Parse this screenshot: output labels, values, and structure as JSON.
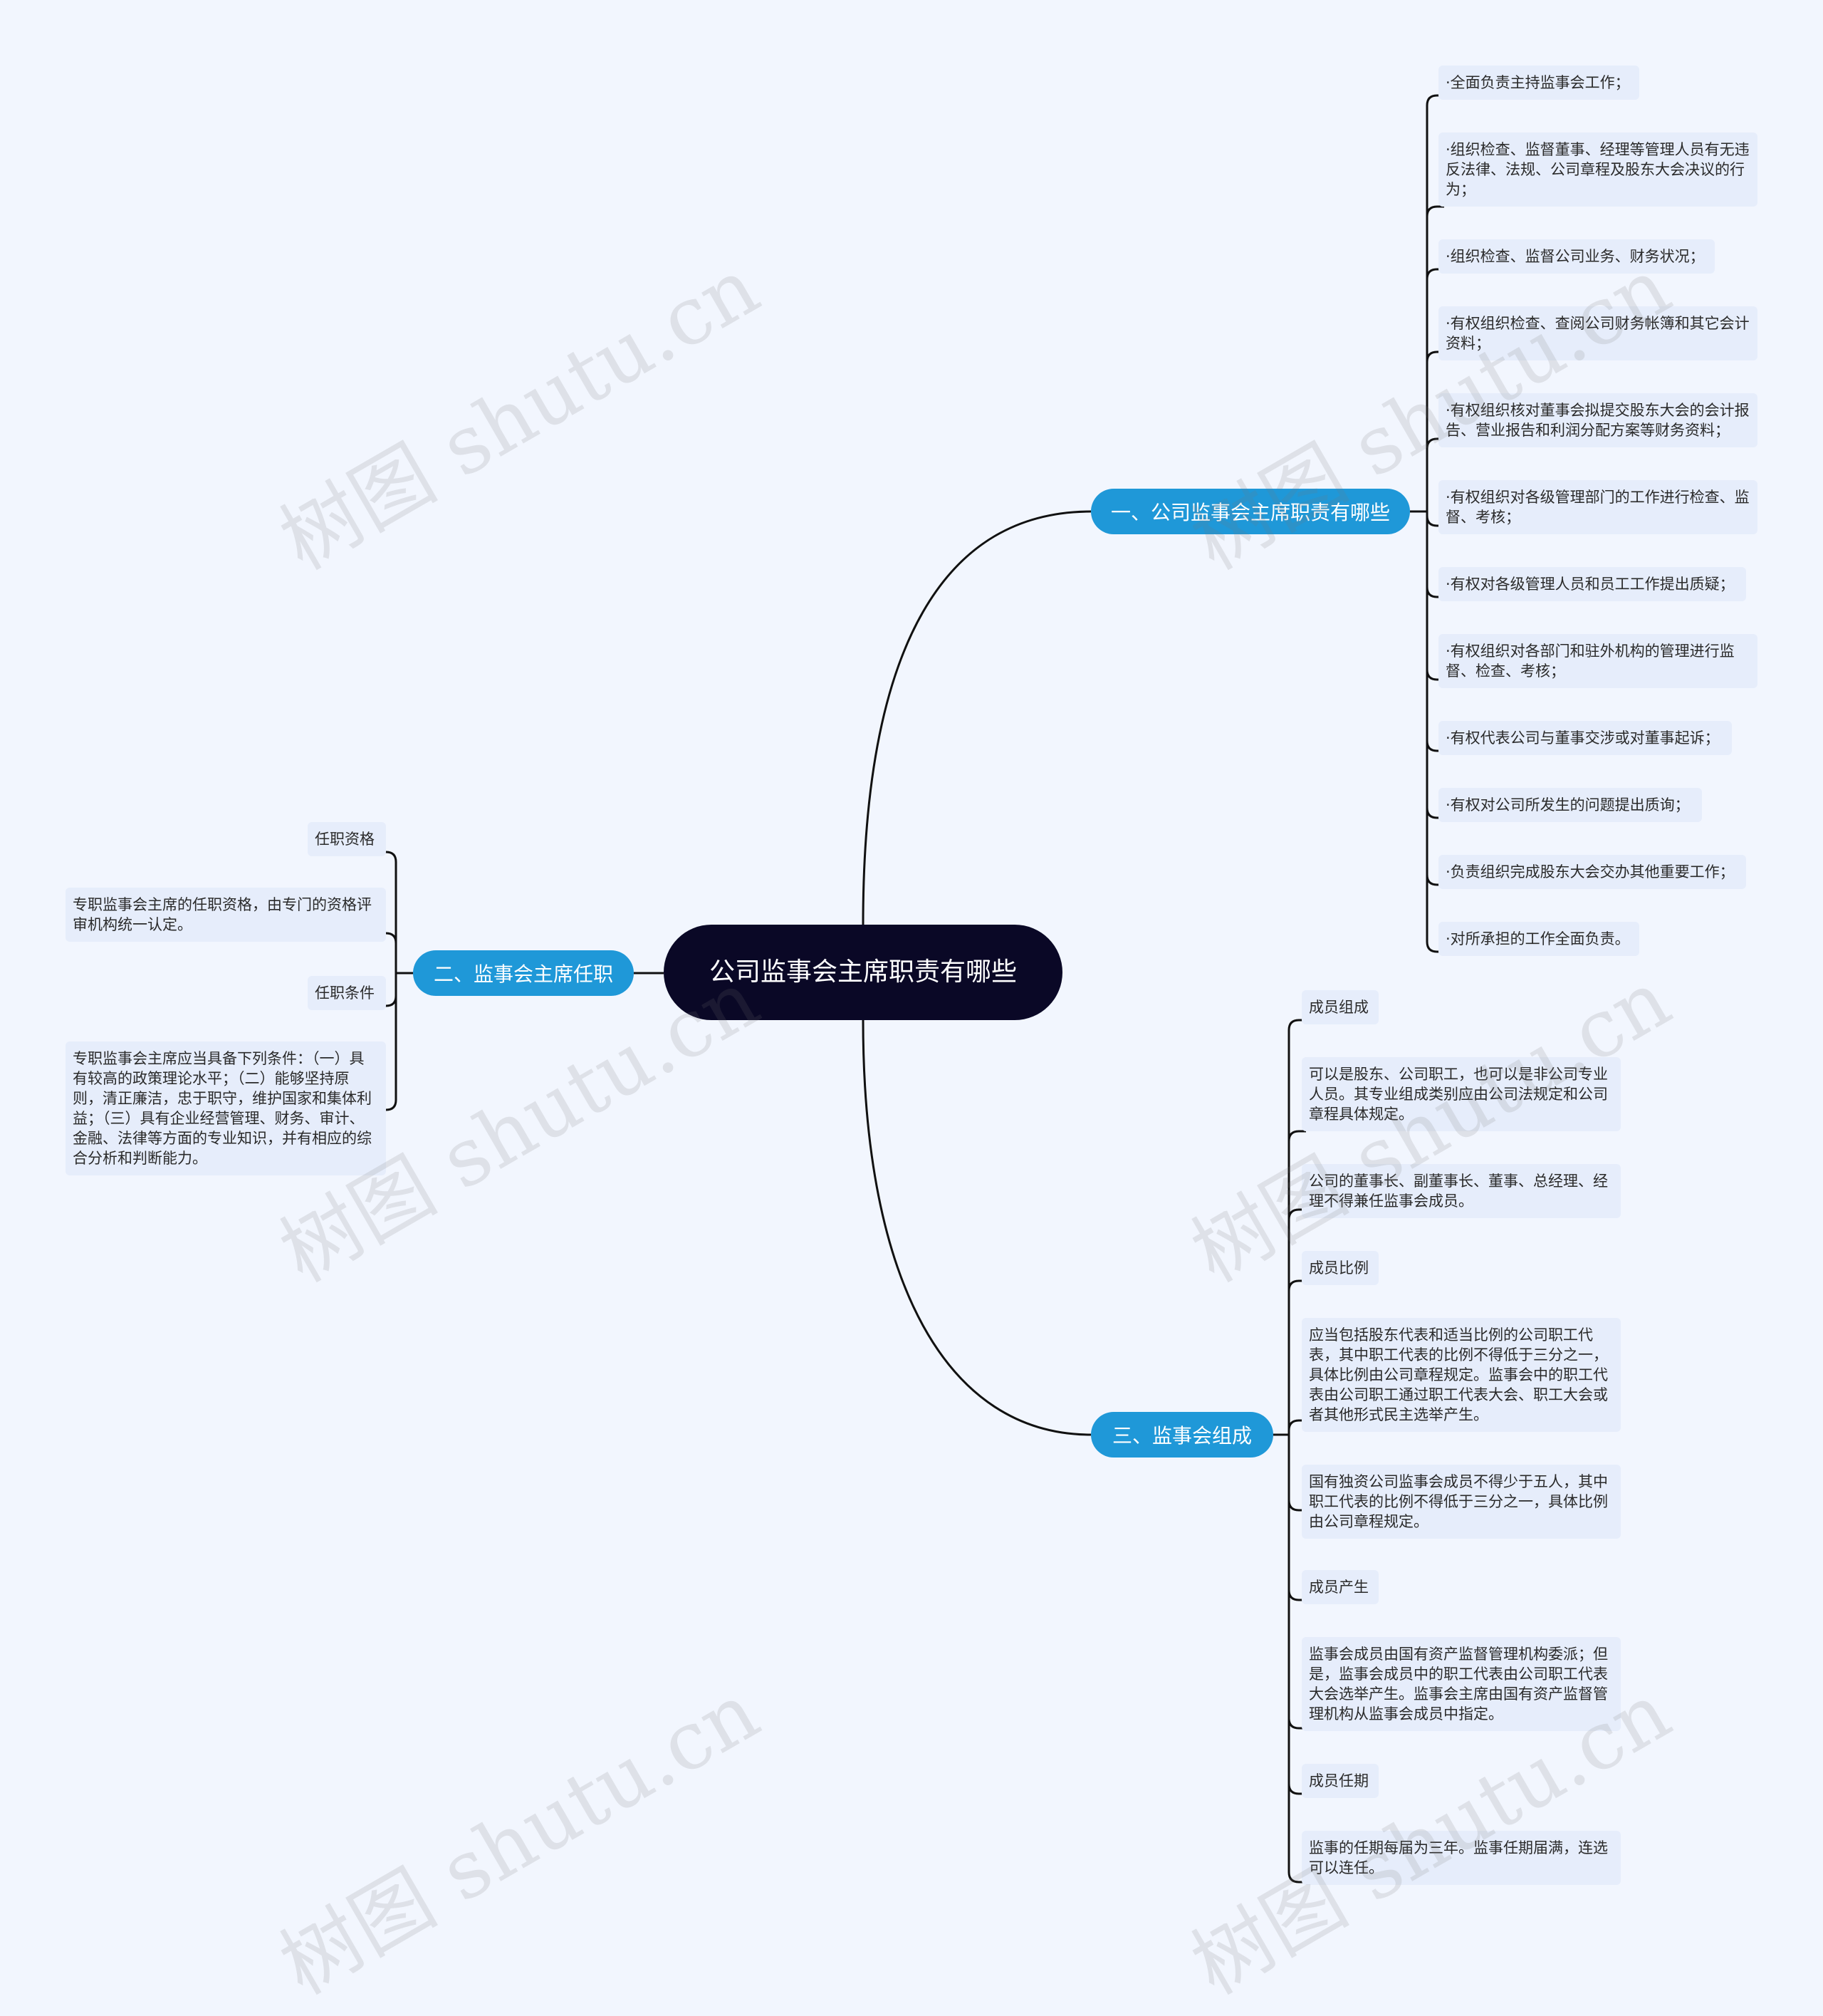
{
  "root": {
    "title": "公司监事会主席职责有哪些"
  },
  "watermark": "树图 shutu.cn",
  "colors": {
    "background": "#f2f6fe",
    "root": "#0a0826",
    "branch": "#1f98d8",
    "leaf": "#e6edfb",
    "line": "#111111"
  },
  "branches": {
    "b1": {
      "label": "一、公司监事会主席职责有哪些",
      "items": [
        "·全面负责主持监事会工作；",
        "·组织检查、监督董事、经理等管理人员有无违反法律、法规、公司章程及股东大会决议的行为；",
        "·组织检查、监督公司业务、财务状况；",
        "·有权组织检查、查阅公司财务帐簿和其它会计资料；",
        "·有权组织核对董事会拟提交股东大会的会计报告、营业报告和利润分配方案等财务资料；",
        "·有权组织对各级管理部门的工作进行检查、监督、考核；",
        "·有权对各级管理人员和员工工作提出质疑；",
        "·有权组织对各部门和驻外机构的管理进行监督、检查、考核；",
        "·有权代表公司与董事交涉或对董事起诉；",
        "·有权对公司所发生的问题提出质询；",
        "·负责组织完成股东大会交办其他重要工作；",
        "·对所承担的工作全面负责。"
      ]
    },
    "b2": {
      "label": "二、监事会主席任职",
      "items": [
        "任职资格",
        "专职监事会主席的任职资格，由专门的资格评审机构统一认定。",
        "任职条件",
        "专职监事会主席应当具备下列条件：（一）具有较高的政策理论水平；（二）能够坚持原则，清正廉洁，忠于职守，维护国家和集体利益；（三）具有企业经营管理、财务、审计、金融、法律等方面的专业知识，并有相应的综合分析和判断能力。"
      ]
    },
    "b3": {
      "label": "三、监事会组成",
      "items": [
        "成员组成",
        "可以是股东、公司职工，也可以是非公司专业人员。其专业组成类别应由公司法规定和公司章程具体规定。",
        "公司的董事长、副董事长、董事、总经理、经理不得兼任监事会成员。",
        "成员比例",
        "应当包括股东代表和适当比例的公司职工代表，其中职工代表的比例不得低于三分之一，具体比例由公司章程规定。监事会中的职工代表由公司职工通过职工代表大会、职工大会或者其他形式民主选举产生。",
        "国有独资公司监事会成员不得少于五人，其中职工代表的比例不得低于三分之一，具体比例由公司章程规定。",
        "成员产生",
        "监事会成员由国有资产监督管理机构委派；但是，监事会成员中的职工代表由公司职工代表大会选举产生。监事会主席由国有资产监督管理机构从监事会成员中指定。",
        "成员任期",
        "监事的任期每届为三年。监事任期届满，连选可以连任。"
      ]
    }
  }
}
